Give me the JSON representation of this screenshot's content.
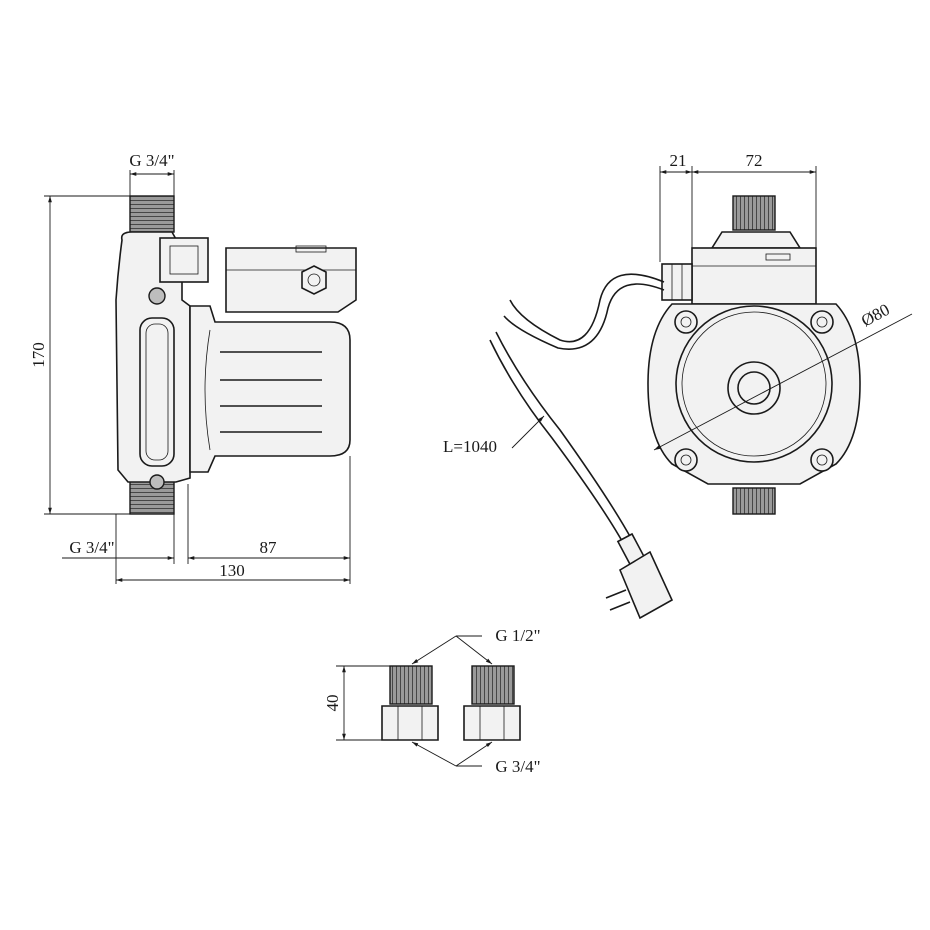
{
  "labels": {
    "left_inlet_top": "G 3/4\"",
    "left_height": "170",
    "left_inlet_bottom": "G 3/4\"",
    "left_depth_87": "87",
    "left_width_130": "130",
    "right_offset_21": "21",
    "right_width_72": "72",
    "right_diameter": "Ø80",
    "cable_length": "L=1040",
    "adapter_height": "40",
    "adapter_top_thread": "G 1/2\"",
    "adapter_bottom_thread": "G 3/4\""
  }
}
